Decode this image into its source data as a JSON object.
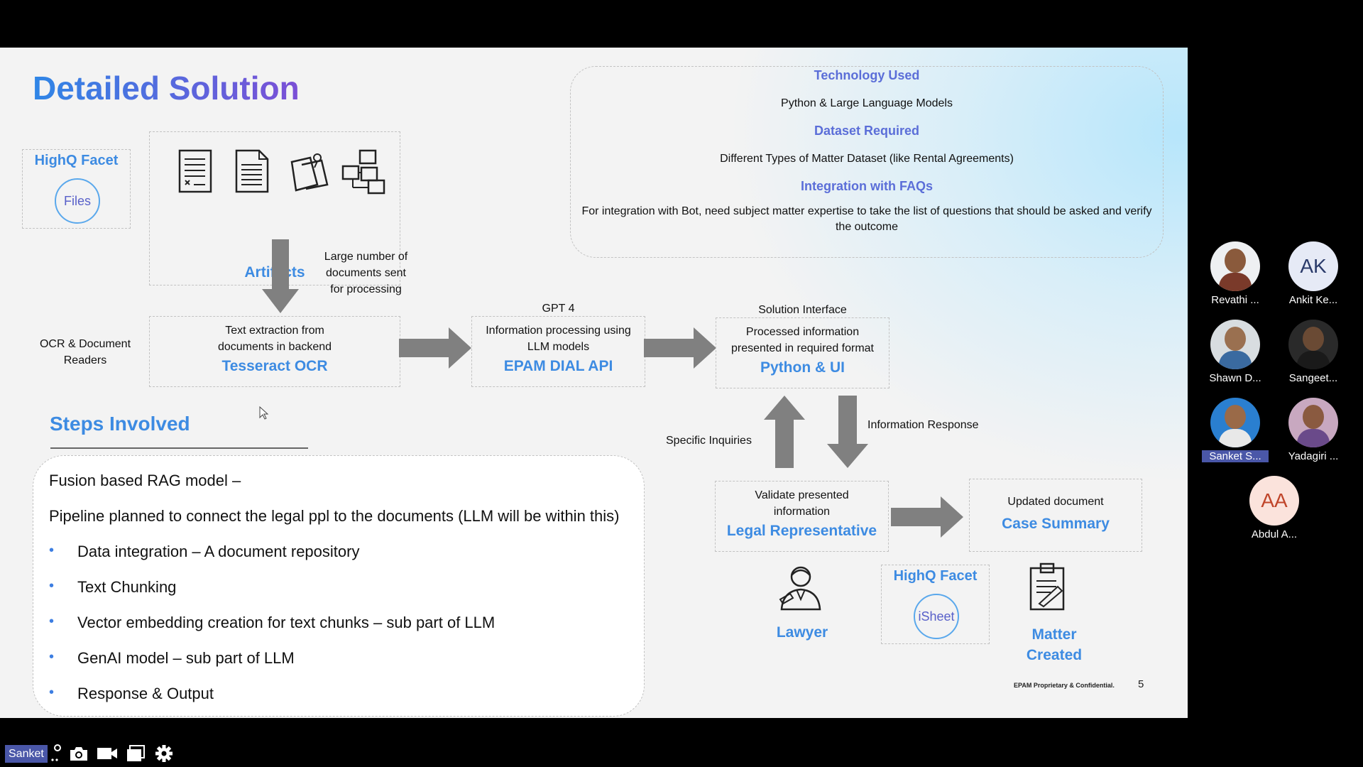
{
  "slide": {
    "title": "Detailed Solution",
    "page_number": "5",
    "footer": "EPAM Proprietary & Confidential.",
    "highq_files": {
      "heading": "HighQ Facet",
      "circle": "Files"
    },
    "artifacts": {
      "label": "Artifacts"
    },
    "large_docs_note": [
      "Large number of",
      "documents sent",
      "for processing"
    ],
    "ocr_side_label": [
      "OCR & Document",
      "Readers"
    ],
    "tesseract": {
      "text": [
        "Text extraction from",
        "documents in backend"
      ],
      "heading": "Tesseract OCR"
    },
    "epam": {
      "top_label": "GPT 4",
      "text": [
        "Information processing using",
        "LLM models"
      ],
      "heading": "EPAM DIAL API"
    },
    "python": {
      "top_label": "Solution Interface",
      "text": [
        "Processed information",
        "presented in required format"
      ],
      "heading": "Python & UI"
    },
    "specific_inquiries": "Specific Inquiries",
    "information_response": "Information Response",
    "legal": {
      "text": [
        "Validate presented",
        "information"
      ],
      "heading": "Legal Representative"
    },
    "case": {
      "text": "Updated document",
      "heading": "Case Summary"
    },
    "lawyer_label": "Lawyer",
    "highq_isheet": {
      "heading": "HighQ Facet",
      "circle": "iSheet"
    },
    "matter_created": [
      "Matter",
      "Created"
    ],
    "tech_box": {
      "tech_heading": "Technology Used",
      "tech_text": "Python & Large Language Models",
      "dataset_heading": "Dataset Required",
      "dataset_text": "Different Types of Matter Dataset (like Rental Agreements)",
      "faq_heading": "Integration with FAQs",
      "faq_text": "For integration with Bot, need subject matter expertise to take the list of questions that should be asked and verify the outcome"
    },
    "steps": {
      "heading": "Steps Involved",
      "line1": "Fusion based RAG model –",
      "line2": "Pipeline planned to connect the legal ppl to the documents (LLM will be within this)",
      "bullets": [
        "Data integration – A document repository",
        "Text Chunking",
        "Vector embedding creation for text chunks – sub part of LLM",
        "GenAI model – sub part of LLM",
        "Response & Output"
      ]
    }
  },
  "participants": [
    {
      "name": "Revathi ...",
      "initials": "",
      "type": "photo"
    },
    {
      "name": "Ankit Ke...",
      "initials": "AK",
      "type": "initials",
      "bg": "#e6eaf6",
      "fg": "#2a3a6a"
    },
    {
      "name": "Shawn D...",
      "initials": "",
      "type": "photo"
    },
    {
      "name": "Sangeet...",
      "initials": "",
      "type": "photo"
    },
    {
      "name": "Sanket S...",
      "initials": "",
      "type": "photo",
      "highlight": true
    },
    {
      "name": "Yadagiri ...",
      "initials": "",
      "type": "photo"
    },
    {
      "name": "Abdul A...",
      "initials": "AA",
      "type": "initials",
      "bg": "#fbe3dc",
      "fg": "#c0452a"
    }
  ],
  "toolbar": {
    "user_label": "Sanket"
  }
}
